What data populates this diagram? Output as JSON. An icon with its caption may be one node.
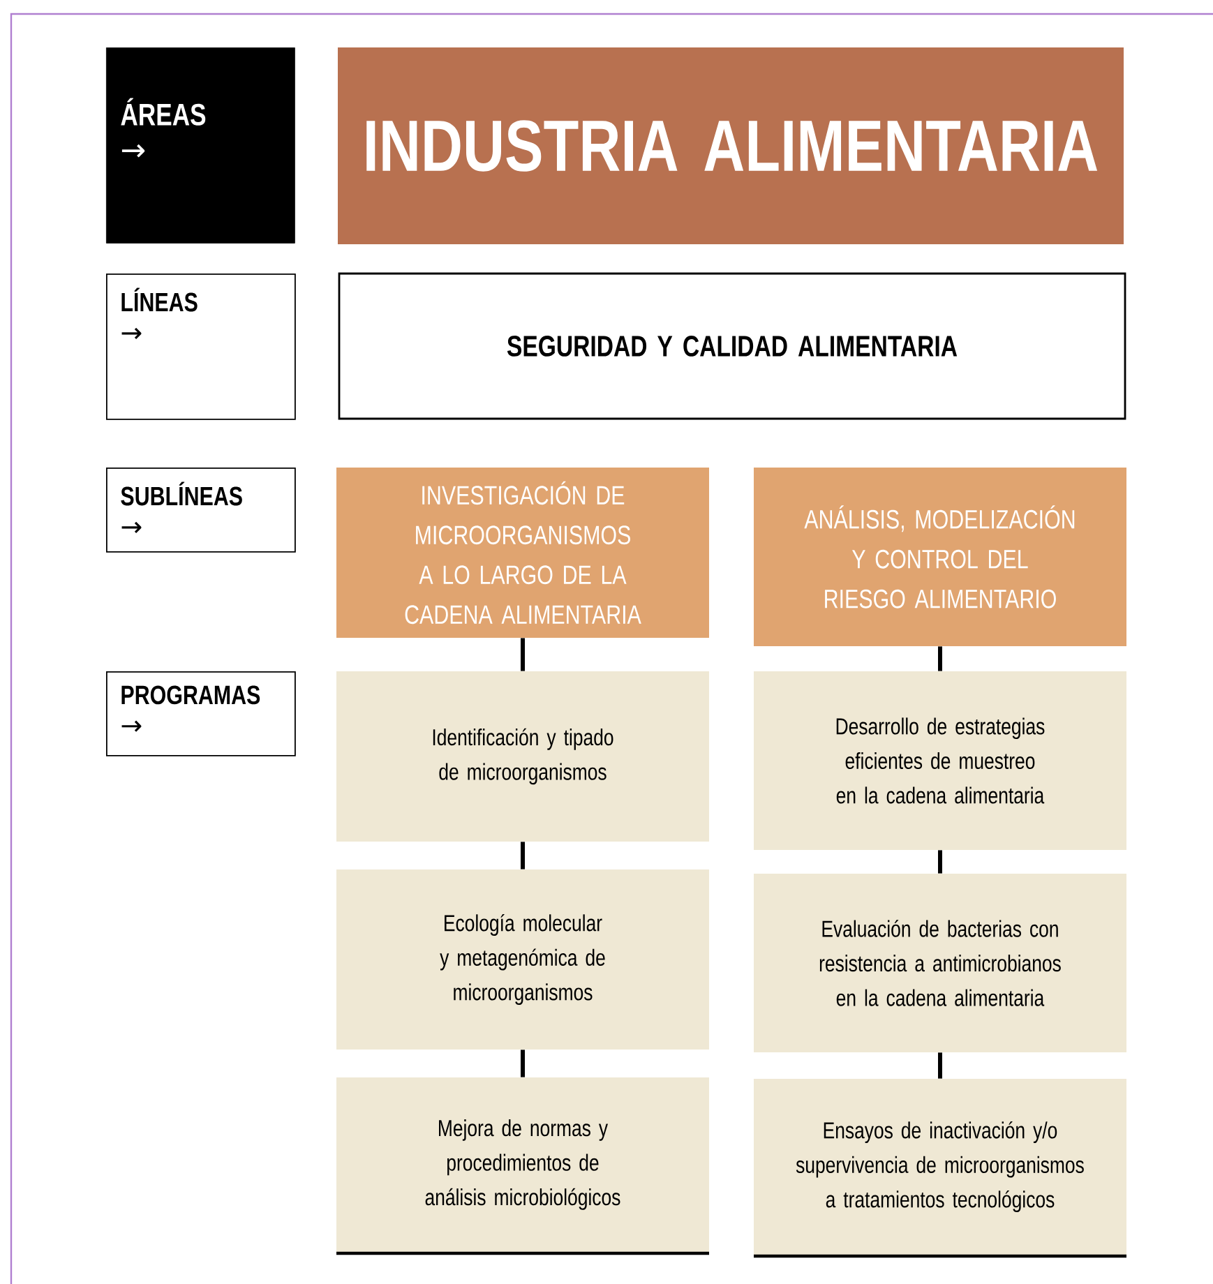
{
  "diagram": {
    "nodes": [
      {
        "text": [
          "ÁREAS",
          "→"
        ]
      },
      {
        "text": [
          "INDUSTRIA ALIMENTARIA"
        ]
      },
      {
        "text": [
          "LÍNEAS",
          "→"
        ]
      },
      {
        "text": [
          "SEGURIDAD Y CALIDAD ALIMENTARIA"
        ]
      },
      {
        "text": [
          "SUBLÍNEAS",
          "→"
        ]
      },
      {
        "text": [
          "INVESTIGACIÓN DE MICROORGANISMOS A LO LARGO DE LA CADENA ALIMENTARIA"
        ]
      },
      {
        "text": [
          "ANÁLISIS, MODELIZACIÓN Y CONTROL DEL RIESGO ALIMENTARIO"
        ]
      },
      {
        "text": [
          "PROGRAMAS",
          "→"
        ]
      },
      {
        "text": [
          "Identificación y tipado de microorganismos"
        ]
      },
      {
        "text": [
          "Desarrollo de estrategias eficientes de muestreo en la cadena alimentaria"
        ]
      },
      {
        "text": [
          "Ecología molecular y metagenómica de microorganismos"
        ]
      },
      {
        "text": [
          "Evaluación de bacterias con resistencia a antimicrobianos en la cadena alimentaria"
        ]
      },
      {
        "text": [
          "Mejora de normas y procedimientos de análisis microbiológicos"
        ]
      },
      {
        "text": [
          "Ensayos de inactivación y/o supervivencia de microorganismos a tratamientos tecnológicos"
        ]
      }
    ],
    "edges": [
      {
        "from": 5,
        "to": 8,
        "arrow": "none"
      },
      {
        "from": 8,
        "to": 10,
        "arrow": "none"
      },
      {
        "from": 10,
        "to": 12,
        "arrow": "none"
      },
      {
        "from": 6,
        "to": 9,
        "arrow": "none"
      },
      {
        "from": 9,
        "to": 11,
        "arrow": "none"
      },
      {
        "from": 11,
        "to": 13,
        "arrow": "none"
      }
    ]
  }
}
